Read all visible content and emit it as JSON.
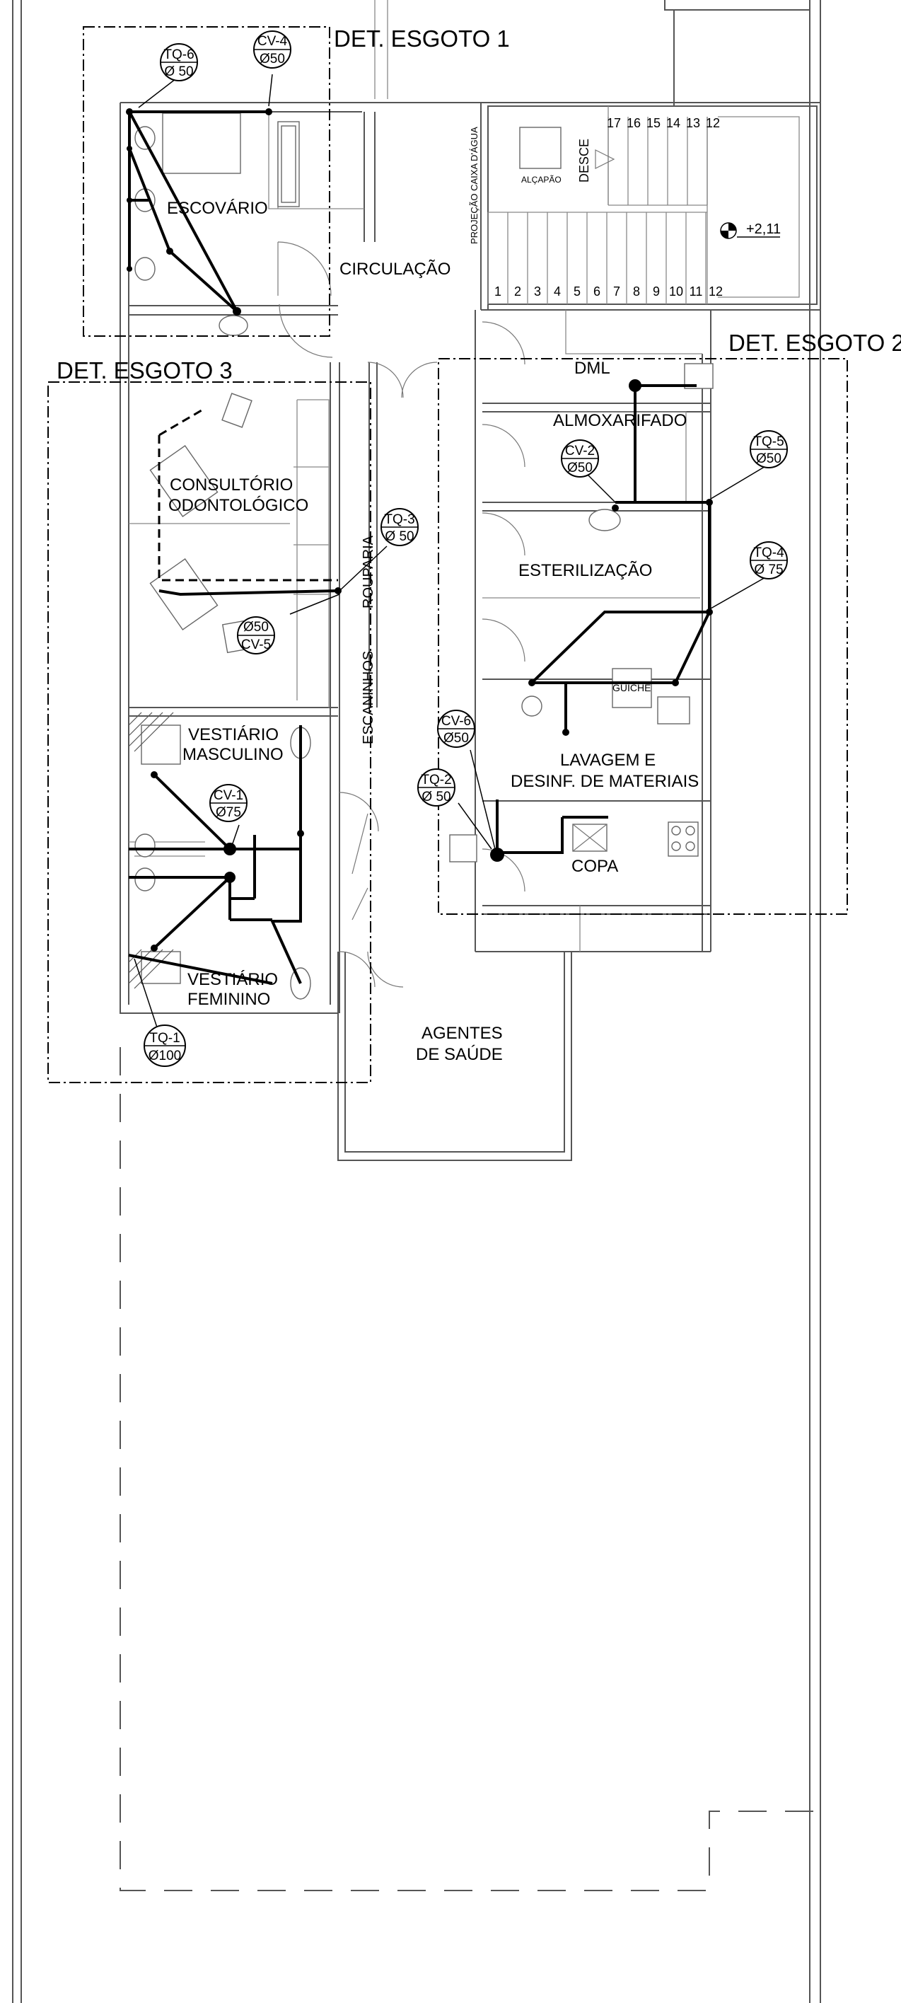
{
  "details": {
    "d1": "DET. ESGOTO 1",
    "d2": "DET. ESGOTO 2",
    "d3": "DET. ESGOTO 3"
  },
  "rooms": {
    "escovario": "ESCOVÁRIO",
    "circulacao": "CIRCULAÇÃO",
    "dml": "DML",
    "almoxarifado": "ALMOXARIFADO",
    "consultorio_1": "CONSULTÓRIO",
    "consultorio_2": "ODONTOLÓGICO",
    "esterilizacao": "ESTERILIZAÇÃO",
    "rouparia": "ROUPARIA",
    "escaninhos": "ESCANINHOS",
    "guiche": "GUICHÊ",
    "vest_masc_1": "VESTIÁRIO",
    "vest_masc_2": "MASCULINO",
    "lavagem_1": "LAVAGEM E",
    "lavagem_2": "DESINF. DE MATERIAIS",
    "copa": "COPA",
    "vest_fem_1": "VESTIÁRIO",
    "vest_fem_2": "FEMININO",
    "agentes_1": "AGENTES",
    "agentes_2": "DE SAÚDE"
  },
  "stair": {
    "projecao": "PROJEÇÃO CAIXA D'ÁGUA",
    "alcapao": "ALÇAPÃO",
    "desce": "DESCE",
    "level": "+2,11",
    "steps_bottom": [
      "1",
      "2",
      "3",
      "4",
      "5",
      "6",
      "7",
      "8",
      "9",
      "10",
      "11",
      "12"
    ],
    "steps_top": [
      "17",
      "16",
      "15",
      "14",
      "13",
      "12"
    ]
  },
  "tags": {
    "tq6": {
      "id": "TQ-6",
      "dia": "Ø 50"
    },
    "cv4": {
      "id": "CV-4",
      "dia": "Ø50"
    },
    "tq5": {
      "id": "TQ-5",
      "dia": "Ø50"
    },
    "cv2": {
      "id": "CV-2",
      "dia": "Ø50"
    },
    "tq3": {
      "id": "TQ-3",
      "dia": "Ø 50"
    },
    "tq4": {
      "id": "TQ-4",
      "dia": "Ø 75"
    },
    "cv5": {
      "id": "CV-5",
      "dia": "Ø50"
    },
    "cv6": {
      "id": "CV-6",
      "dia": "Ø50"
    },
    "cv1": {
      "id": "CV-1",
      "dia": "Ø75"
    },
    "tq2": {
      "id": "TQ-2",
      "dia": "Ø 50"
    },
    "tq1": {
      "id": "TQ-1",
      "dia": "Ø100"
    }
  }
}
